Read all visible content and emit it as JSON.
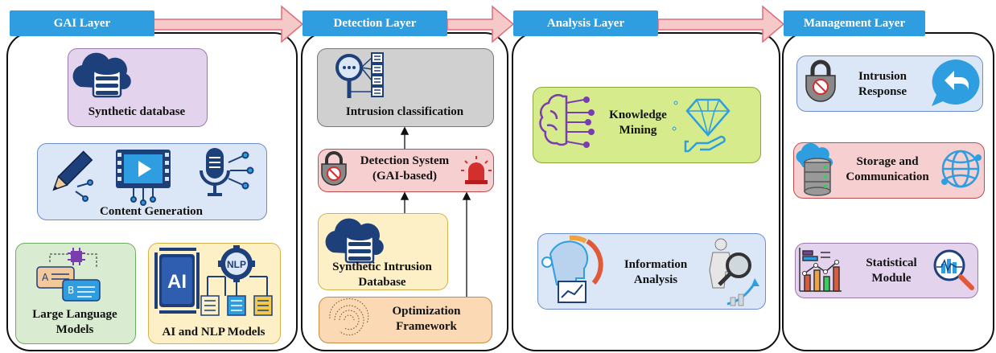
{
  "layers": {
    "gai": {
      "title": "GAI Layer",
      "synthetic_database": "Synthetic database",
      "content_generation": "Content Generation",
      "llm": "Large Language Models",
      "ai_nlp": "AI and NLP Models",
      "ai_badge": "AI",
      "nlp_badge": "NLP"
    },
    "detection": {
      "title": "Detection Layer",
      "intrusion_classification": "Intrusion classification",
      "detection_system": "Detection System (GAI-based)",
      "synthetic_intrusion_db": "Synthetic Intrusion Database",
      "optimization_framework": "Optimization Framework"
    },
    "analysis": {
      "title": "Analysis Layer",
      "knowledge_mining": "Knowledge Mining",
      "information_analysis": "Information Analysis"
    },
    "management": {
      "title": "Management Layer",
      "intrusion_response": "Intrusion Response",
      "storage_communication": "Storage and Communication",
      "statistical_module": "Statistical Module"
    }
  },
  "colors": {
    "tab_blue": "#2f9ee0",
    "arrow_fill": "#f6c9c9",
    "arrow_stroke": "#e06c7a",
    "purple_box": "#e4d3ec",
    "blue_box": "#dbe6f6",
    "green_box": "#d9ecd2",
    "yellow_box": "#fdf0c6",
    "gray_box": "#d0d0d0",
    "red_box": "#f6d0d0",
    "orange_box": "#fbd9b4",
    "lime_box": "#d6ec8c",
    "icon_navy": "#1d3f7a"
  },
  "icons": [
    "cloud-database-icon",
    "pen-icon",
    "video-icon",
    "microphone-icon",
    "chat-icon",
    "chip-icon",
    "ai-chip-icon",
    "nlp-gear-icon",
    "magnifier-list-icon",
    "lock-shield-icon",
    "siren-icon",
    "spiral-icon",
    "brain-circuit-icon",
    "diamond-hand-icon",
    "analytics-head-icon",
    "magnifier-person-icon",
    "reply-bubble-icon",
    "server-cloud-icon",
    "globe-icon",
    "bar-chart-icon",
    "magnifier-chart-icon"
  ]
}
